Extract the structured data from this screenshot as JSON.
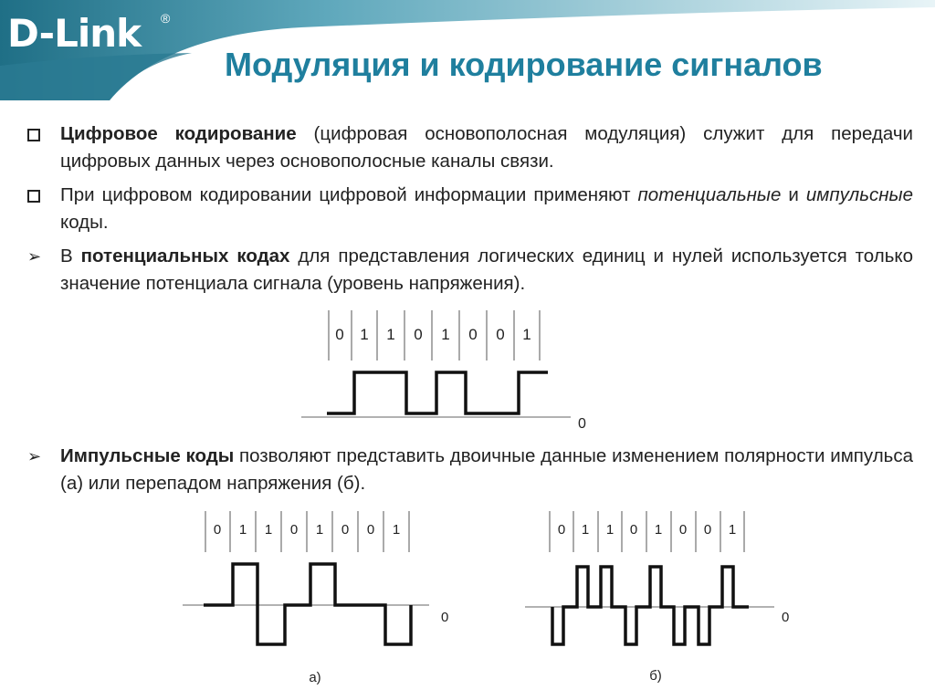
{
  "header": {
    "logo": "D-Link",
    "logo_reg": "®",
    "title": "Модуляция и кодирование сигналов",
    "colors": {
      "banner_dark": "#1f6f86",
      "banner_light": "#bfe0e8",
      "title": "#1f7f9e"
    }
  },
  "bullets": [
    {
      "marker": "checkbox",
      "bold": "Цифровое кодирование",
      "text": " (цифровая основополосная модуляция) служит для передачи цифровых данных через основополосные каналы связи."
    },
    {
      "marker": "checkbox",
      "text_1": "При цифровом кодировании цифровой информации применяют ",
      "italic_1": "потенциальные",
      "text_2": " и ",
      "italic_2": "импульсные",
      "text_3": " коды."
    },
    {
      "marker": "arrow",
      "text_1": "В ",
      "bold": "потенциальных кодах",
      "text_2": " для представления логических единиц и нулей используется только значение потенциала сигнала (уровень напряжения)."
    },
    {
      "marker": "arrow",
      "bold": "Импульсные коды",
      "text": " позволяют представить двоичные данные изменением полярности импульса (а) или перепадом напряжения (б)."
    }
  ],
  "diagrams": {
    "bits": [
      "0",
      "1",
      "1",
      "0",
      "1",
      "0",
      "0",
      "1"
    ],
    "potential": {
      "zero_label": "0"
    },
    "pulse_a": {
      "zero_label": "0",
      "caption": "а)"
    },
    "pulse_b": {
      "zero_label": "0",
      "caption": "б)"
    }
  }
}
